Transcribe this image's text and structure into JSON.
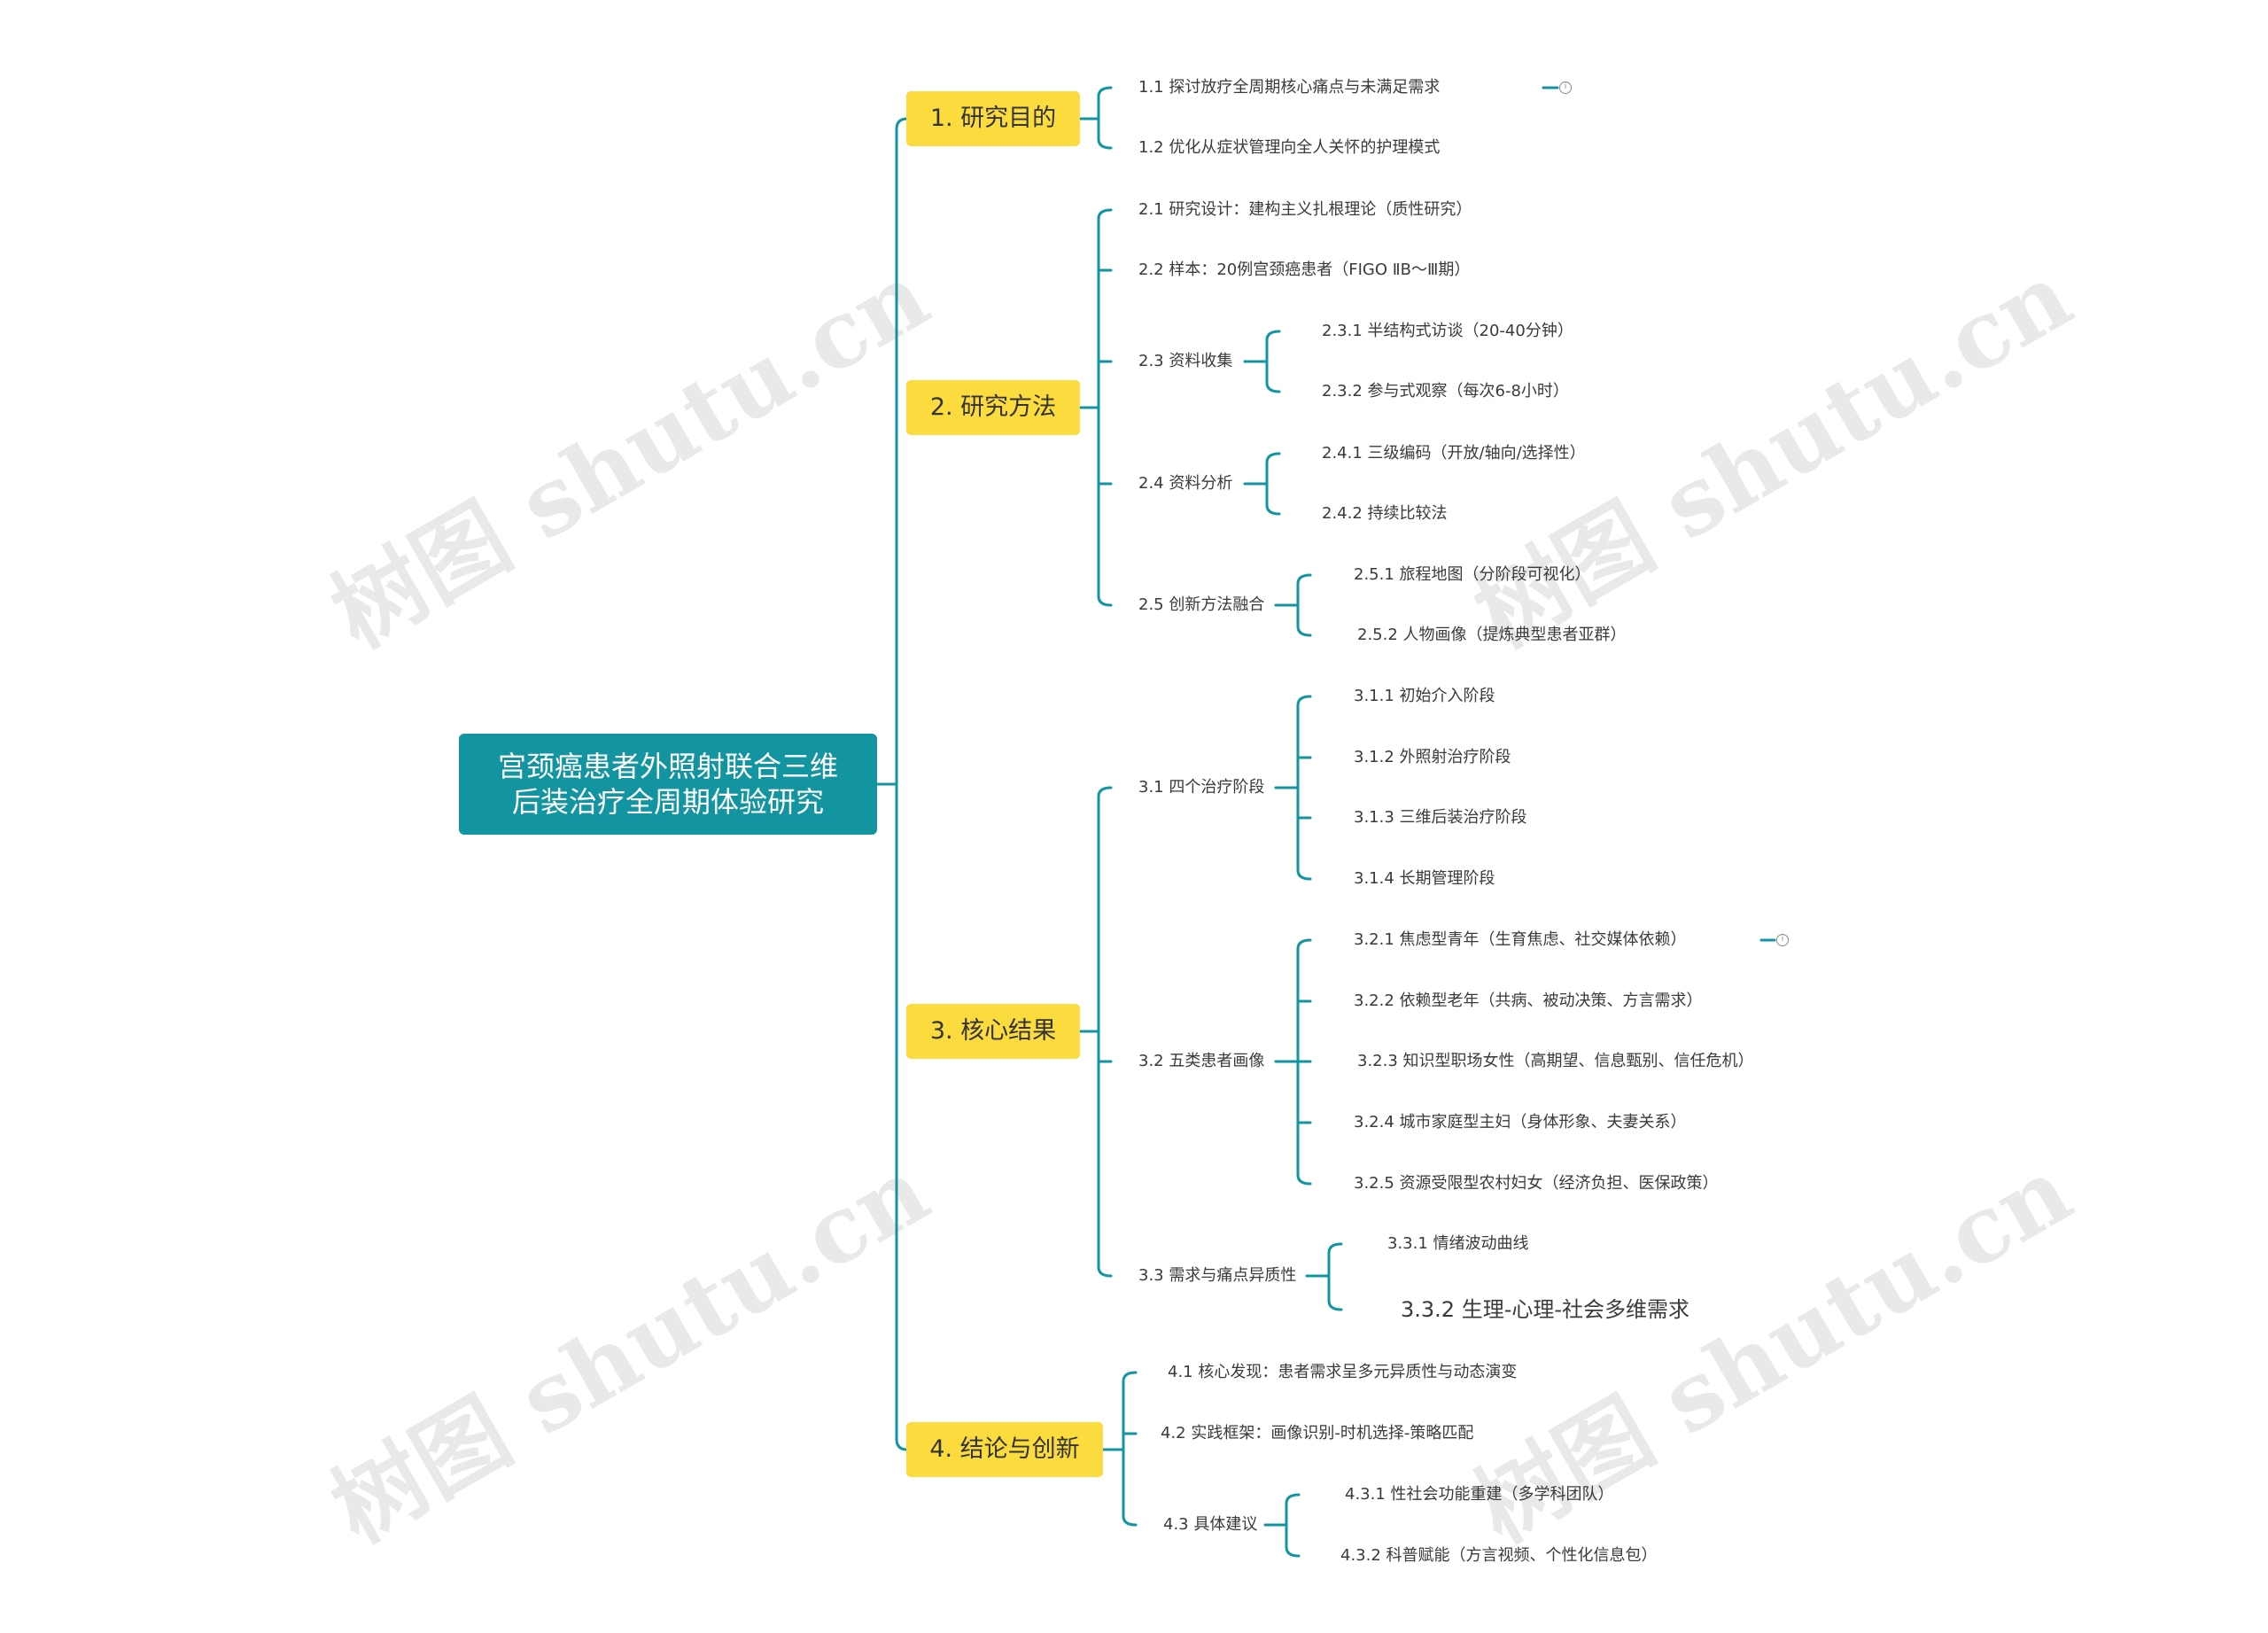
{
  "colors": {
    "line": "#1295a0",
    "root_bg": "#1295a0",
    "branch_bg": "#fbdb3e",
    "text": "#3a3a3a"
  },
  "root": {
    "line1": "宫颈癌患者外照射联合三维",
    "line2": "后装治疗全周期体验研究"
  },
  "branches": [
    {
      "label": "1. 研究目的",
      "items": [
        {
          "label": "1.1 探讨放疗全周期核心痛点与未满足需求",
          "note_icon": "note-icon"
        },
        {
          "label": "1.2 优化从症状管理向全人关怀的护理模式"
        }
      ]
    },
    {
      "label": "2. 研究方法",
      "items": [
        {
          "label": "2.1 研究设计：建构主义扎根理论（质性研究）"
        },
        {
          "label": "2.2 样本：20例宫颈癌患者（FIGO ⅡB～Ⅲ期）"
        },
        {
          "label": "2.3 资料收集",
          "children": [
            "2.3.1 半结构式访谈（20-40分钟）",
            "2.3.2 参与式观察（每次6-8小时）"
          ]
        },
        {
          "label": "2.4 资料分析",
          "children": [
            "2.4.1 三级编码（开放/轴向/选择性）",
            "2.4.2 持续比较法"
          ]
        },
        {
          "label": "2.5 创新方法融合",
          "children": [
            "2.5.1 旅程地图（分阶段可视化）",
            "2.5.2 人物画像（提炼典型患者亚群）"
          ]
        }
      ]
    },
    {
      "label": "3. 核心结果",
      "items": [
        {
          "label": "3.1 四个治疗阶段",
          "children": [
            "3.1.1 初始介入阶段",
            "3.1.2 外照射治疗阶段",
            "3.1.3 三维后装治疗阶段",
            "3.1.4 长期管理阶段"
          ]
        },
        {
          "label": "3.2 五类患者画像",
          "children": [
            "3.2.1 焦虑型青年（生育焦虑、社交媒体依赖）",
            "3.2.2 依赖型老年（共病、被动决策、方言需求）",
            "3.2.3 知识型职场女性（高期望、信息甄别、信任危机）",
            "3.2.4 城市家庭型主妇（身体形象、夫妻关系）",
            "3.2.5 资源受限型农村妇女（经济负担、医保政策）"
          ],
          "note_icon": "note-icon"
        },
        {
          "label": "3.3 需求与痛点异质性",
          "children": [
            "3.3.1 情绪波动曲线",
            "3.3.2 生理-心理-社会多维需求"
          ]
        }
      ]
    },
    {
      "label": "4. 结论与创新",
      "items": [
        {
          "label": "4.1 核心发现：患者需求呈多元异质性与动态演变"
        },
        {
          "label": "4.2 实践框架：画像识别-时机选择-策略匹配"
        },
        {
          "label": "4.3 具体建议",
          "children": [
            "4.3.1 性社会功能重建（多学科团队）",
            "4.3.2 科普赋能（方言视频、个性化信息包）"
          ]
        }
      ]
    }
  ],
  "watermark": "树图 shutu.cn"
}
